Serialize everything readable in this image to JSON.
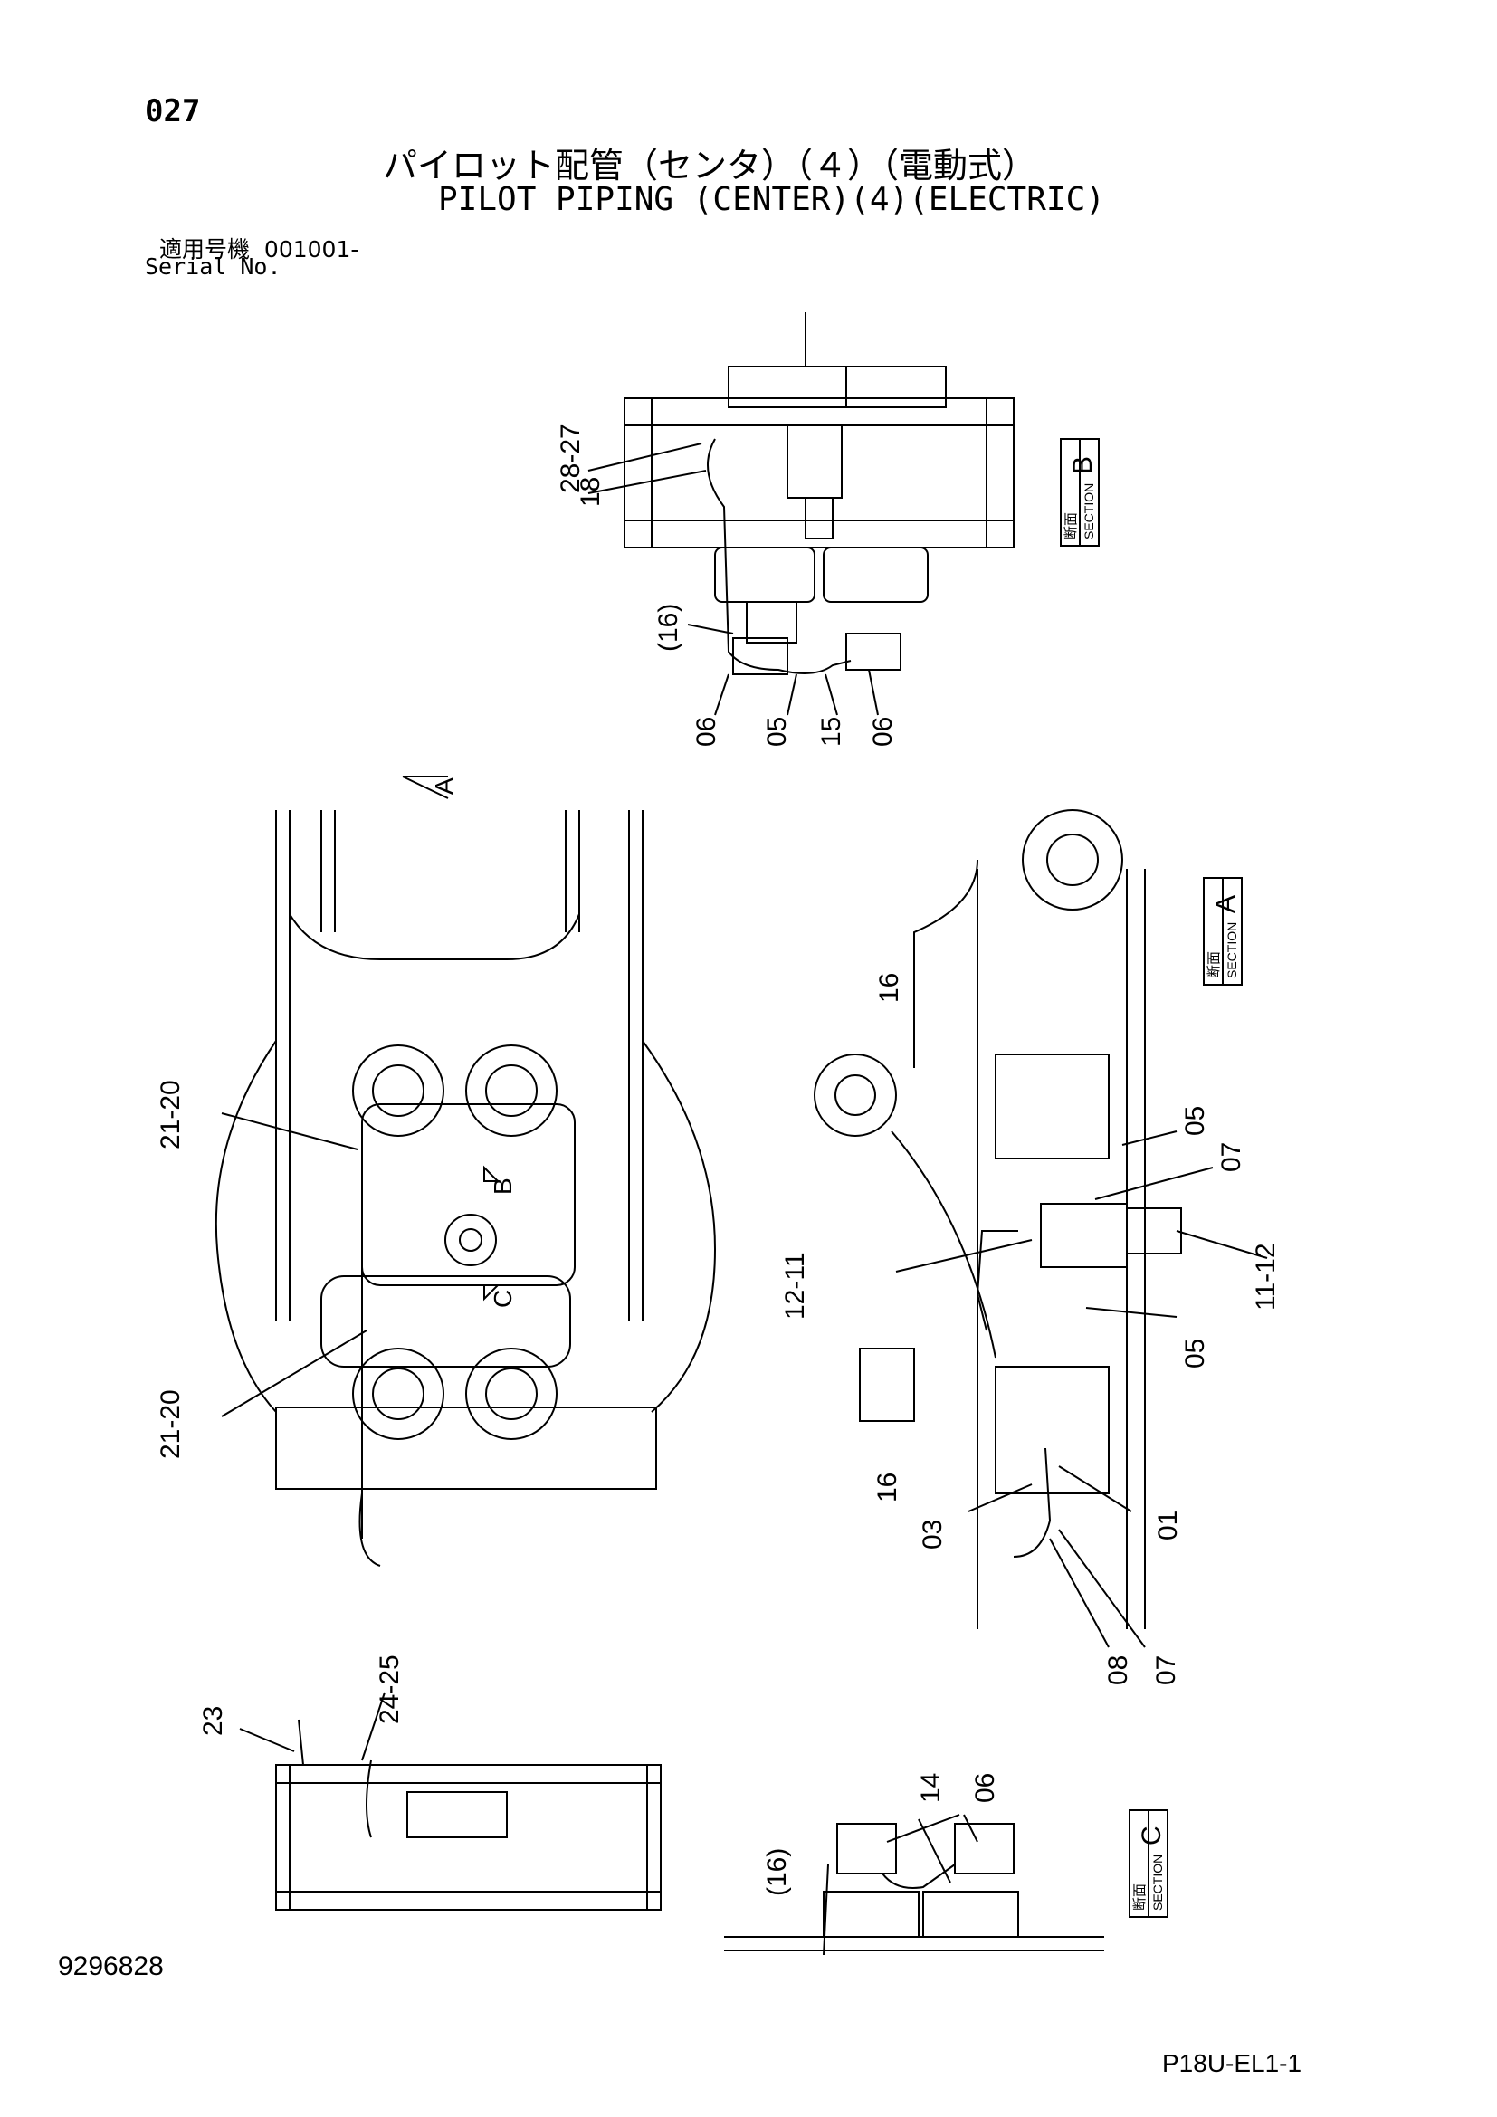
{
  "header": {
    "page_number": "027",
    "title_jp": "パイロット配管（センタ）（４）（電動式）",
    "title_en": "PILOT PIPING (CENTER)(4)(ELECTRIC)",
    "serial_label_jp": "適用号機",
    "serial_range": "001001-",
    "serial_label_en": "Serial No."
  },
  "footer": {
    "document_number": "9296828",
    "page_code": "P18U-EL1-1"
  },
  "sections": {
    "section_a": {
      "letter": "A",
      "label_jp": "断面",
      "label_en": "SECTION"
    },
    "section_b": {
      "letter": "B",
      "label_jp": "断面",
      "label_en": "SECTION"
    },
    "section_c": {
      "letter": "C",
      "label_jp": "断面",
      "label_en": "SECTION"
    }
  },
  "view_markers": {
    "a": "A",
    "b": "B",
    "c": "C"
  },
  "callouts": {
    "b_28_27": "28-27",
    "b_18": "18",
    "b_16": "(16)",
    "b_06a": "06",
    "b_05": "05",
    "b_15": "15",
    "b_06b": "06",
    "m_21_20_top": "21-20",
    "m_21_20_bot": "21-20",
    "a_16_top": "16",
    "a_05_top": "05",
    "a_07_top": "07",
    "a_12_11_left": "12-11",
    "a_11_12_right": "11-12",
    "a_05_mid": "05",
    "a_16_bot": "16",
    "a_03": "03",
    "a_01": "01",
    "a_08": "08",
    "a_07_bot": "07",
    "r_23": "23",
    "r_24_25": "24-25",
    "c_14": "14",
    "c_06": "06",
    "c_16": "(16)"
  }
}
